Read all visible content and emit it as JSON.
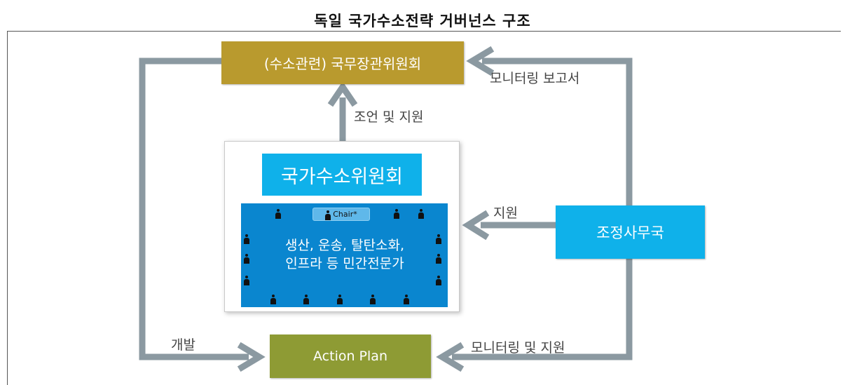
{
  "title": "독일 국가수소전략 거버넌스 구조",
  "nodes": {
    "minister_committee": "(수소관련) 국무장관위원회",
    "hydrogen_council": "국가수소위원회",
    "chair": "Chair*",
    "experts_line1": "생산, 운송, 탈탄소화,",
    "experts_line2": "인프라 등 민간전문가",
    "secretariat": "조정사무국",
    "action_plan": "Action Plan"
  },
  "edges": {
    "council_to_minister": "조언 및 지원",
    "secretariat_to_minister": "모니터링 보고서",
    "secretariat_to_council": "지원",
    "secretariat_to_action": "모니터링 및 지원",
    "minister_to_action": "개발"
  },
  "colors": {
    "minister": "#b99a2e",
    "action_plan": "#8e9b34",
    "accent_blue": "#0fb1ea",
    "table_blue": "#0a86cf",
    "arrow": "#8b99a1"
  }
}
